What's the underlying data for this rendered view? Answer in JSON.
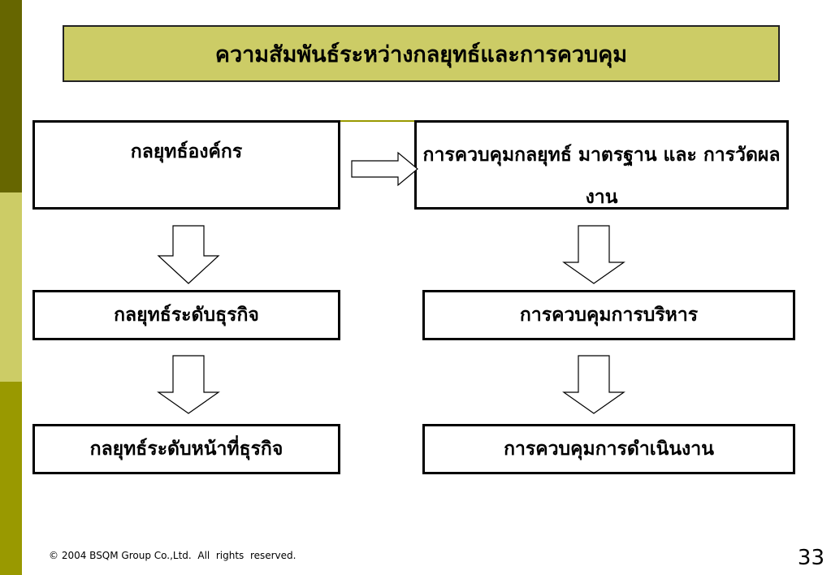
{
  "slide": {
    "title": "ความสัมพันธ์ระหว่างกลยุทธ์และการควบคุม",
    "footer": "© 2004 BSQM Group Co.,Ltd.  All  rights  reserved.",
    "page_number": "33"
  },
  "diagram": {
    "left_column": [
      "กลยุทธ์องค์กร",
      "กลยุทธ์ระดับธุรกิจ",
      "กลยุทธ์ระดับหน้าที่ธุรกิจ"
    ],
    "right_column": [
      "การควบคุมกลยุทธ์  มาตรฐาน  และ การวัดผลงาน",
      "การควบคุมการบริหาร",
      "การควบคุมการดำเนินงาน"
    ]
  },
  "colors": {
    "sidebar_dark": "#666600",
    "sidebar_light": "#cccc66",
    "sidebar_mid": "#999900",
    "title_fill": "#cccc66"
  }
}
